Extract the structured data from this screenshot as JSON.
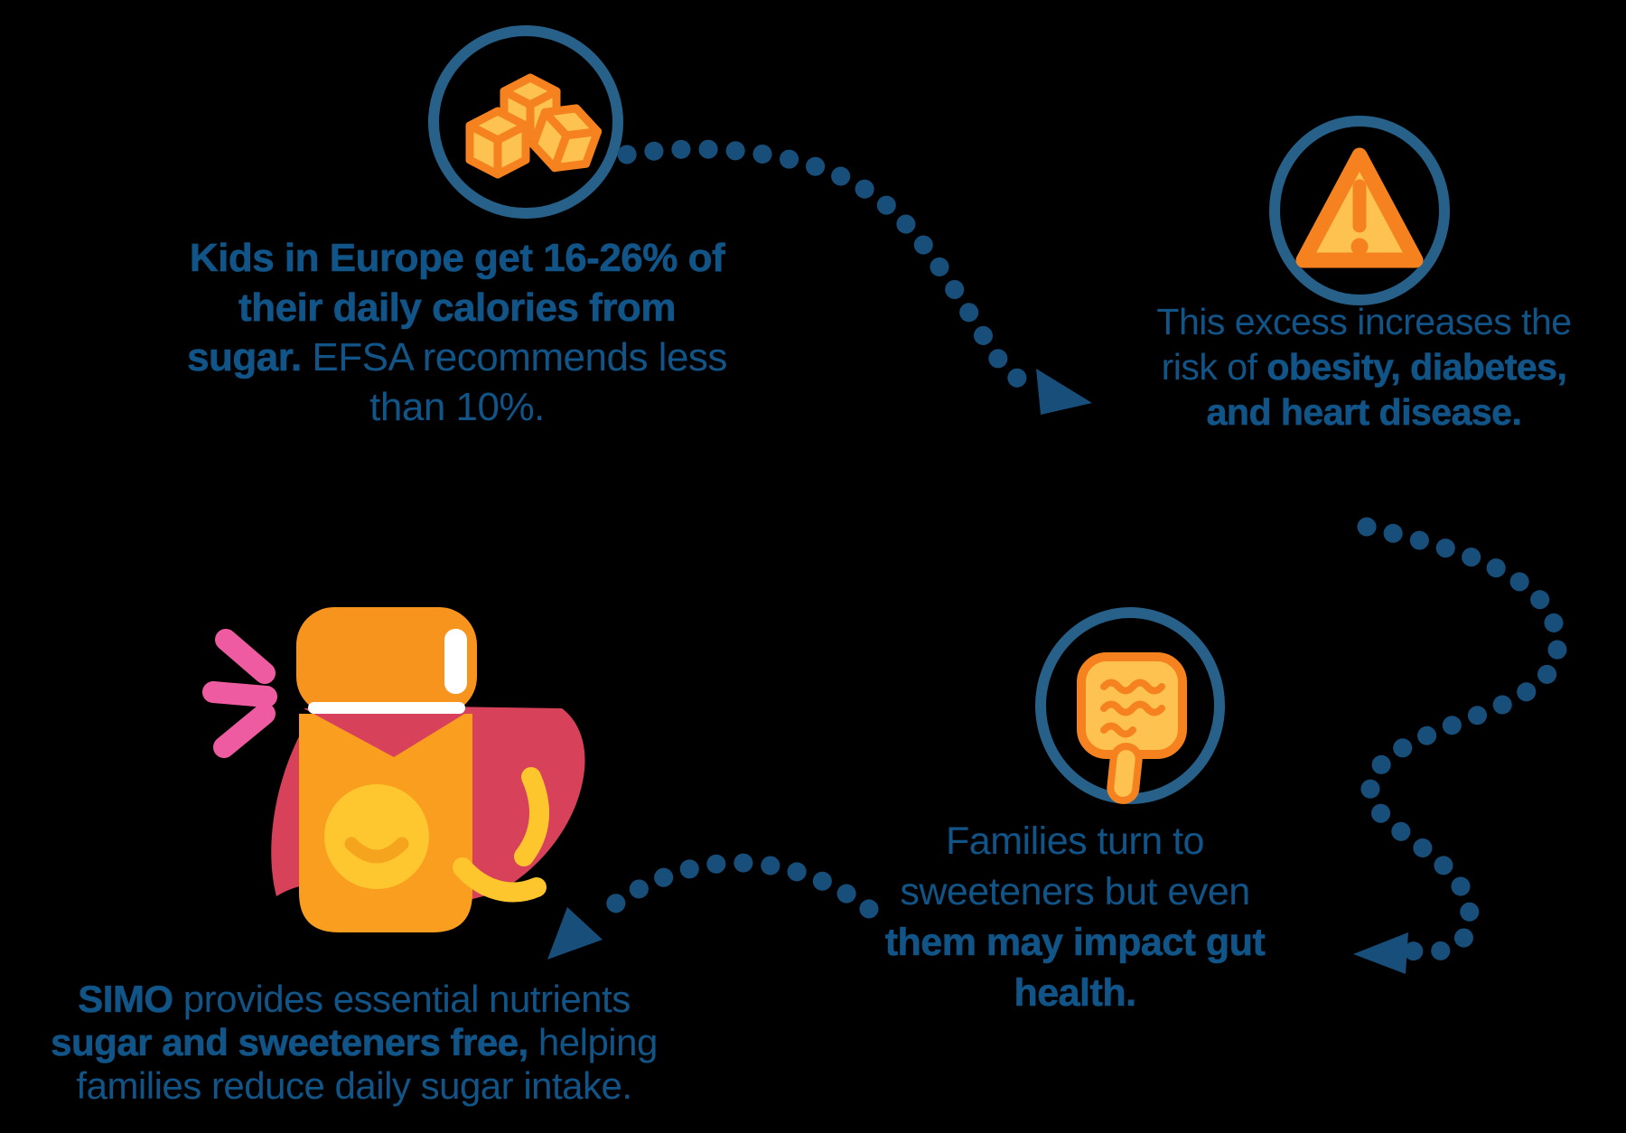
{
  "title": "Sugar intake infographic",
  "colors": {
    "background": "#000000",
    "navy": "#174E7A",
    "circle_stroke": "#27618A",
    "text_blue": "#115487",
    "orange": "#F5821F",
    "icon_fill": "#FDC24F",
    "fridge_orange": "#F7941E",
    "fridge_orange_light": "#F99E1E",
    "face_yellow": "#FEC72F",
    "smile_orange": "#F5A51D",
    "cape_red": "#D7415A",
    "pink": "#EF5BA1",
    "swoosh_yellow": "#FEC62D"
  },
  "steps": [
    {
      "name": "sugar-intake",
      "icon": "sugar-cubes-icon",
      "lines": [
        [
          {
            "t": "Kids in Europe get 16-26% of",
            "b": true
          }
        ],
        [
          {
            "t": "their daily calories from",
            "b": true
          }
        ],
        [
          {
            "t": "sugar.",
            "b": true
          },
          {
            "t": " EFSA recommends less",
            "b": false
          }
        ],
        [
          {
            "t": "than 10%.",
            "b": false
          }
        ]
      ]
    },
    {
      "name": "health-risks",
      "icon": "warning-icon",
      "lines": [
        [
          {
            "t": "This excess increases the",
            "b": false
          }
        ],
        [
          {
            "t": "risk of ",
            "b": false
          },
          {
            "t": "obesity, diabetes,",
            "b": true
          }
        ],
        [
          {
            "t": "and heart disease.",
            "b": true
          }
        ]
      ]
    },
    {
      "name": "sweetener-concern",
      "icon": "gut-icon",
      "lines": [
        [
          {
            "t": "Families turn to",
            "b": false
          }
        ],
        [
          {
            "t": "sweeteners but even",
            "b": false
          }
        ],
        [
          {
            "t": "them may impact gut",
            "b": true
          }
        ],
        [
          {
            "t": "health.",
            "b": true
          }
        ]
      ]
    },
    {
      "name": "simo-solution",
      "icon": "simo-mascot",
      "lines": [
        [
          {
            "t": "SIMO",
            "b": true
          },
          {
            "t": " provides essential nutrients",
            "b": false
          }
        ],
        [
          {
            "t": "sugar and sweeteners free,",
            "b": true
          },
          {
            "t": " helping",
            "b": false
          }
        ],
        [
          {
            "t": "families reduce daily sugar intake.",
            "b": false
          }
        ]
      ]
    }
  ]
}
